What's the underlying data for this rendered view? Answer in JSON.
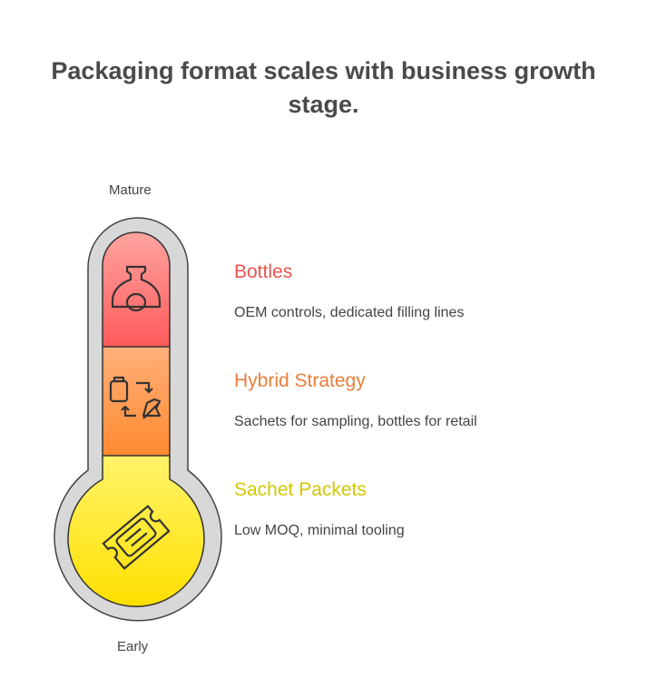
{
  "title": "Packaging format scales with business growth stage.",
  "top_label": "Mature",
  "bottom_label": "Early",
  "stages": [
    {
      "heading": "Bottles",
      "description": "OEM controls, dedicated filling lines",
      "color": "#e8544f",
      "icon": "bottle-icon"
    },
    {
      "heading": "Hybrid Strategy",
      "description": "Sachets for sampling, bottles for retail",
      "color": "#ea7d3a",
      "icon": "swap-cycle-icon"
    },
    {
      "heading": "Sachet Packets",
      "description": "Low MOQ, minimal tooling",
      "color": "#d4c600",
      "icon": "sachet-icon"
    }
  ]
}
